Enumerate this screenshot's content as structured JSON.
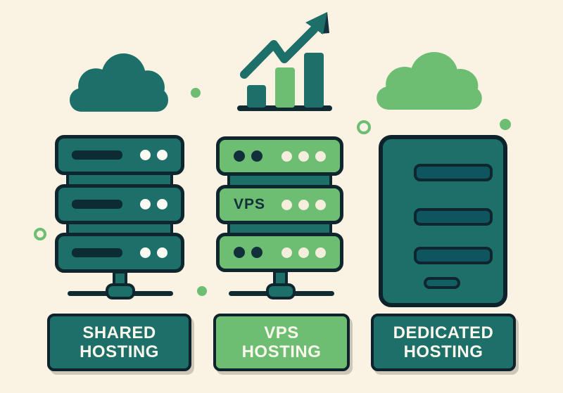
{
  "illustration": {
    "background_color": "#faf3e3",
    "palette": {
      "teal": "#1d6f69",
      "outline_dark": "#10262f",
      "green": "#6dbd72",
      "cream_dot": "#f5eedc",
      "white_dot": "#fcfbf3",
      "slot_dark": "#0d2b33",
      "tower_slot_teal": "#0f5560",
      "deco_dot_green": "#6dbd72"
    },
    "columns": [
      {
        "id": "shared",
        "icon": "cloud-icon",
        "label_line1": "SHARED",
        "label_line2": "HOSTING"
      },
      {
        "id": "vps",
        "icon": "growth-chart-icon",
        "server_badge": "VPS",
        "label_line1": "VPS",
        "label_line2": "HOSTING"
      },
      {
        "id": "dedicated",
        "icon": "cloud-icon",
        "label_line1": "DEDICATED",
        "label_line2": "HOSTING"
      }
    ]
  }
}
